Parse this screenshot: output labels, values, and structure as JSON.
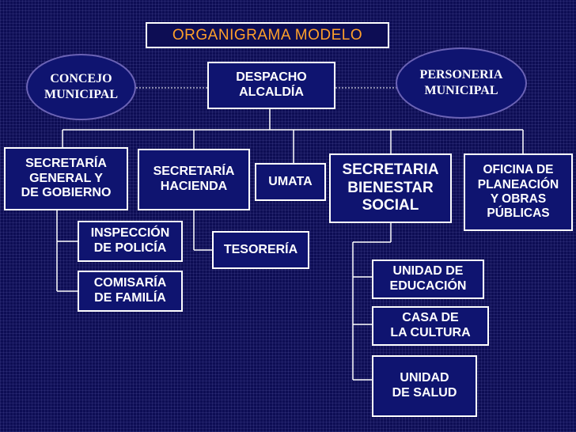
{
  "title": "ORGANIGRAMA MODELO",
  "colors": {
    "background": "#0d0d54",
    "box_fill": "#0f1470",
    "title_text": "#ffa02a",
    "line": "#ffffff",
    "oval_border": "#6b63b5"
  },
  "nodes": {
    "concejo": "CONCEJO\nMUNICIPAL",
    "despacho": "DESPACHO\nALCALDÍA",
    "personeria": "PERSONERIA\nMUNICIPAL",
    "sec_general": "SECRETARÍA\nGENERAL Y\nDE GOBIERNO",
    "sec_hacienda": "SECRETARÍA\nHACIENDA",
    "umata": "UMATA",
    "sec_bienestar": "SECRETARIA\nBIENESTAR\nSOCIAL",
    "oficina_planeacion": "OFICINA DE\nPLANEACIÓN\nY OBRAS\nPÚBLICAS",
    "inspeccion": "INSPECCIÓN\nDE POLICÍA",
    "comisaria": "COMISARÍA\nDE FAMILÍA",
    "tesoreria": "TESORERÍA",
    "unidad_educacion": "UNIDAD DE\nEDUCACIÓN",
    "casa_cultura": "CASA DE\nLA CULTURA",
    "unidad_salud": "UNIDAD\nDE SALUD"
  }
}
